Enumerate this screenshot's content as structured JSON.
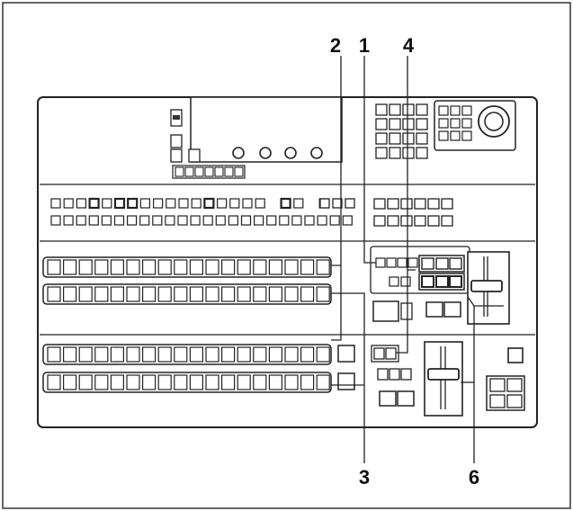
{
  "diagram": {
    "callouts": [
      {
        "id": "callout-2",
        "label": "2"
      },
      {
        "id": "callout-1",
        "label": "1"
      },
      {
        "id": "callout-4",
        "label": "4"
      },
      {
        "id": "callout-3",
        "label": "3"
      },
      {
        "id": "callout-6",
        "label": "6"
      }
    ],
    "colors": {
      "stroke": "#222222",
      "panel_fill": "#ffffff",
      "button_fill": "#ffffff",
      "dark_button_fill": "#555555"
    }
  }
}
